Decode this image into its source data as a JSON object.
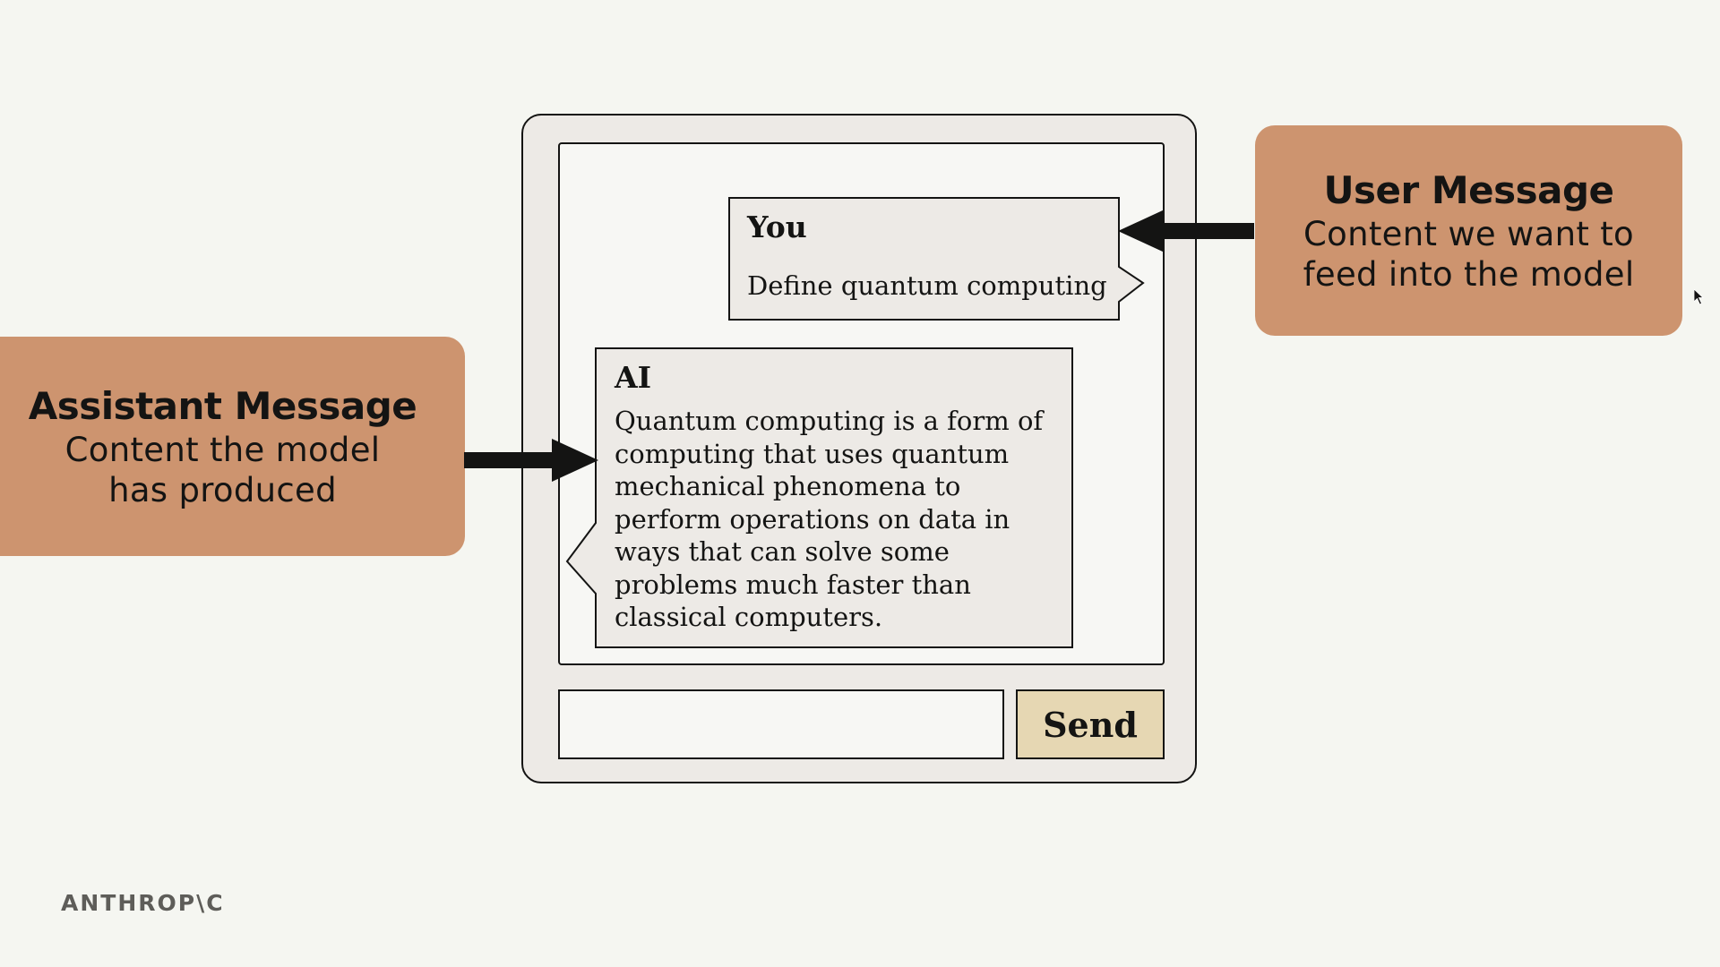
{
  "assistant_callout": {
    "title": "Assistant Message",
    "line1": "Content the model",
    "line2": "has produced"
  },
  "user_callout": {
    "title": "User Message",
    "line1": "Content we want to",
    "line2": "feed into the model"
  },
  "chat": {
    "user_message": {
      "speaker": "You",
      "text": "Define quantum computing"
    },
    "ai_message": {
      "speaker": "AI",
      "text": "Quantum computing is a form of computing that uses quantum mechanical phenomena to perform operations on data in ways that can solve some problems much faster than classical computers."
    },
    "input_value": "",
    "send_label": "Send"
  },
  "logo_text": "ANTHROP\\C",
  "colors": {
    "background": "#f5f6f1",
    "callout": "#cd946f",
    "window": "#edeae6",
    "panel": "#f7f7f4",
    "send_button": "#e6d7b3",
    "ink": "#141413"
  }
}
